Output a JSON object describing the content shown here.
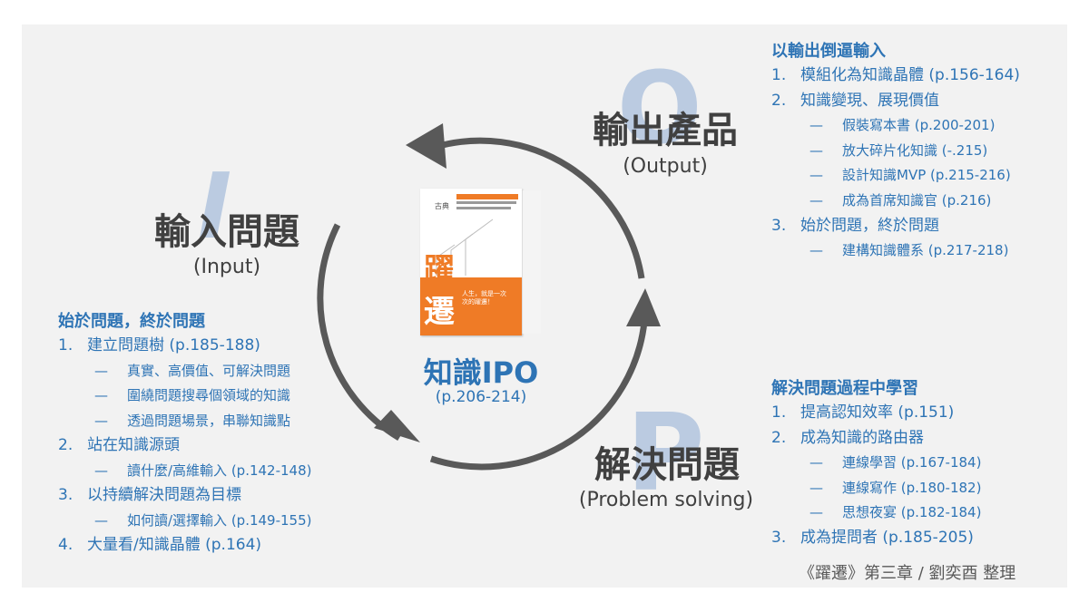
{
  "stages": {
    "input": {
      "letter": "I",
      "title": "輸入問題",
      "subtitle": "(Input)"
    },
    "output": {
      "letter": "O",
      "title": "輸出產品",
      "subtitle": "(Output)"
    },
    "process": {
      "letter": "P",
      "title": "解決問題",
      "subtitle": "(Problem solving)"
    }
  },
  "center": {
    "title": "知識IPO",
    "pages": "(p.206-214)",
    "book": {
      "title_line1": "躍",
      "title_line2": "遷",
      "author": "古典",
      "tagline": "人生，就是一次次的躍遷！"
    }
  },
  "input_block": {
    "title": "始於問題，終於問題",
    "items": [
      {
        "num": "1.",
        "text": "建立問題樹 (p.185-188)",
        "subs": [
          "真實、高價值、可解決問題",
          "圍繞問題搜尋個領域的知識",
          "透過問題場景，串聯知識點"
        ]
      },
      {
        "num": "2.",
        "text": "站在知識源頭",
        "subs": [
          "讀什麼/高維輸入 (p.142-148)"
        ]
      },
      {
        "num": "3.",
        "text": "以持續解決問題為目標",
        "subs": [
          "如何讀/選擇輸入 (p.149-155)"
        ]
      },
      {
        "num": "4.",
        "text": "大量看/知識晶體 (p.164)",
        "subs": []
      }
    ]
  },
  "output_block": {
    "title": "以輸出倒逼輸入",
    "items": [
      {
        "num": "1.",
        "text": "模組化為知識晶體 (p.156-164)",
        "subs": []
      },
      {
        "num": "2.",
        "text": "知識變現、展現價值",
        "subs": [
          "假裝寫本書 (p.200-201)",
          "放大碎片化知識 (-.215)",
          "設計知識MVP (p.215-216)",
          "成為首席知識官 (p.216)"
        ]
      },
      {
        "num": "3.",
        "text": "始於問題，終於問題",
        "subs": [
          "建構知識體系 (p.217-218)"
        ]
      }
    ]
  },
  "process_block": {
    "title": "解決問題過程中學習",
    "items": [
      {
        "num": "1.",
        "text": "提高認知效率 (p.151)",
        "subs": []
      },
      {
        "num": "2.",
        "text": "成為知識的路由器",
        "subs": [
          "連線學習 (p.167-184)",
          "連線寫作 (p.180-182)",
          "思想夜宴 (p.182-184)"
        ]
      },
      {
        "num": "3.",
        "text": "成為提問者 (p.185-205)",
        "subs": []
      }
    ]
  },
  "dash_symbol": "—",
  "footer": "《躍遷》第三章 / 劉奕酉 整理",
  "colors": {
    "accent": "#2e74b5",
    "dark": "#404040",
    "arrow": "#595959",
    "letter": "#a9bfdc",
    "book_orange": "#ef7b26"
  }
}
